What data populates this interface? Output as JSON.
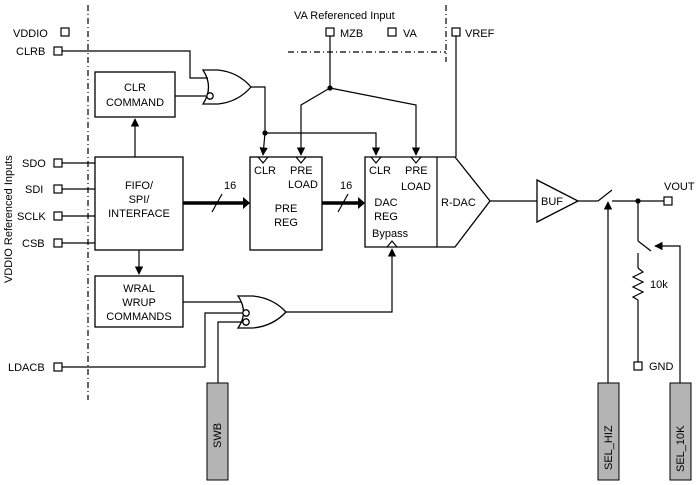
{
  "side_label": "VDDIO Referenced Inputs",
  "va_label": "VA Referenced Input",
  "pins": {
    "vddio": "VDDIO",
    "clrb": "CLRB",
    "sdo": "SDO",
    "sdi": "SDI",
    "sclk": "SCLK",
    "csb": "CSB",
    "ldacb": "LDACB",
    "mzb": "MZB",
    "va": "VA",
    "vref": "VREF",
    "vout": "VOUT",
    "gnd": "GND"
  },
  "blocks": {
    "clr_command": [
      "CLR",
      "COMMAND"
    ],
    "fifo": [
      "FIFO/",
      "SPI/",
      "INTERFACE"
    ],
    "wral": [
      "WRAL",
      "WRUP",
      "COMMANDS"
    ],
    "pre_reg": {
      "clr": "CLR",
      "pre": "PRE",
      "load": "LOAD",
      "name": [
        "PRE",
        "REG"
      ]
    },
    "dac_reg": {
      "clr": "CLR",
      "pre": "PRE",
      "load": "LOAD",
      "name": [
        "DAC",
        "REG"
      ],
      "bypass": "Bypass"
    },
    "rdac": "R-DAC",
    "buf": "BUF"
  },
  "bus_width_1": "16",
  "bus_width_2": "16",
  "resistor": "10k",
  "controls": {
    "swb": "SWB",
    "sel_hiz": "SEL_HIZ",
    "sel_10k": "SEL_10K"
  }
}
